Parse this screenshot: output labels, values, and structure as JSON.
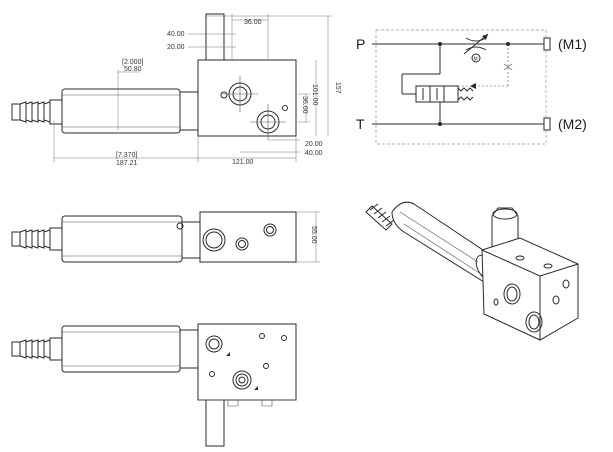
{
  "dimensions": {
    "d40_top": "40.00",
    "d20_top": "20.00",
    "d36_top": "36.00",
    "d157": "157",
    "d2000": "[2.000]",
    "d5080": "50.80",
    "d3600": "36.00",
    "d10100": "101.00",
    "d7370": "[7.370]",
    "d18721": "187.21",
    "d12100": "121.00",
    "d20_bot": "20.00",
    "d40_bot": "40.00",
    "d5500": "55.00"
  },
  "schematic": {
    "port_p": "P",
    "port_t": "T",
    "port_m1": "(M1)",
    "port_m2": "(M2)",
    "motor_symbol": "M"
  },
  "colors": {
    "line": "#2a2a2a",
    "dimension": "#777777",
    "background": "#ffffff"
  }
}
